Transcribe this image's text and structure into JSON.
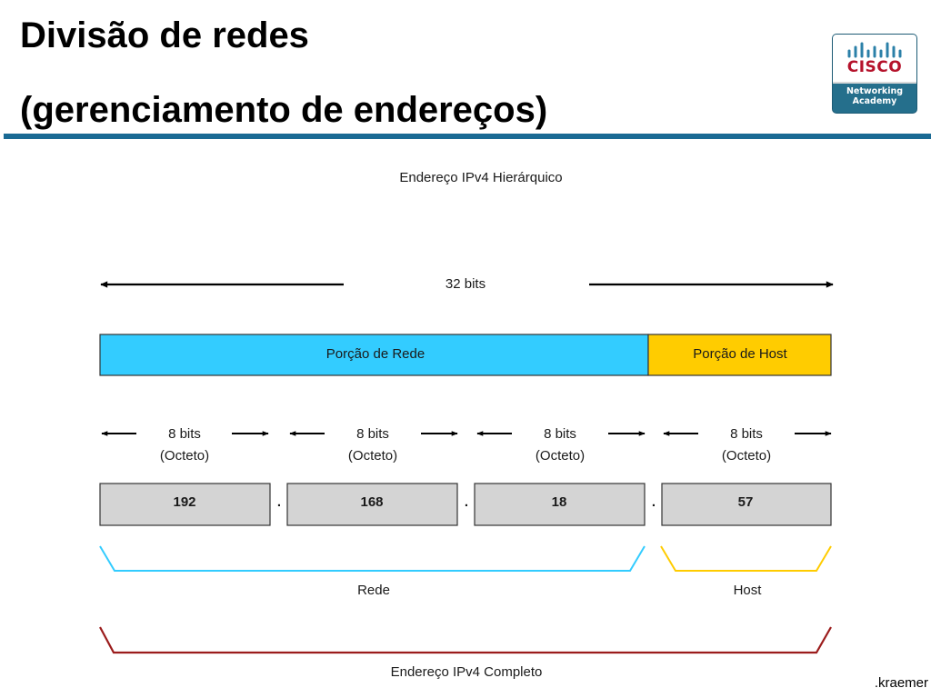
{
  "title": {
    "line1": "Divisão de redes",
    "line2": "(gerenciamento de endereços)"
  },
  "logo": {
    "wordmark": "CISCO",
    "subline1": "Networking",
    "subline2": "Academy",
    "brand_color": "#b5122b",
    "panel_color": "#256f8c"
  },
  "diagram": {
    "heading": "Endereço IPv4 Hierárquico",
    "total_bits_label": "32 bits",
    "network_portion_label": "Porção de Rede",
    "host_portion_label": "Porção de Host",
    "octet_bits_label": "8 bits",
    "octet_name_label": "(Octeto)",
    "octets": [
      "192",
      "168",
      "18",
      "57"
    ],
    "separator": ".",
    "network_bracket_label": "Rede",
    "host_bracket_label": "Host",
    "complete_address_label": "Endereço IPv4 Completo",
    "colors": {
      "network": "#33ccff",
      "host": "#ffcc00",
      "octet_box": "#d4d4d4",
      "complete_bracket": "#9b1c1c",
      "title_rule": "#1a6a94"
    }
  },
  "footer": {
    "author_fragment": ".kraemer"
  }
}
